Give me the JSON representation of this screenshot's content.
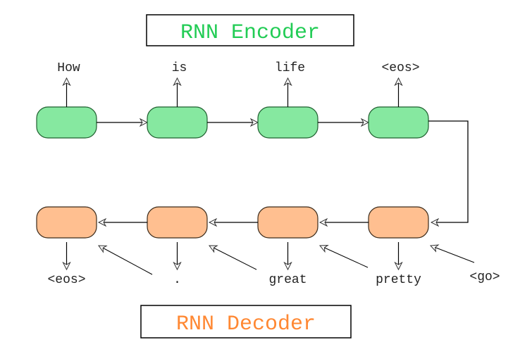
{
  "encoder": {
    "title": "RNN Encoder",
    "title_color": "#22cc55",
    "cell_fill": "#86e8a0",
    "cell_stroke": "#1f5f2f",
    "tokens": [
      "How",
      "is",
      "life",
      "<eos>"
    ]
  },
  "decoder": {
    "title": "RNN Decoder",
    "title_color": "#ff8833",
    "cell_fill": "#ffbf90",
    "cell_stroke": "#3a2a1a",
    "outputs": [
      "<eos>",
      ".",
      "great",
      "pretty"
    ],
    "inputs": [
      ".",
      "great",
      "pretty",
      "<go>"
    ]
  }
}
